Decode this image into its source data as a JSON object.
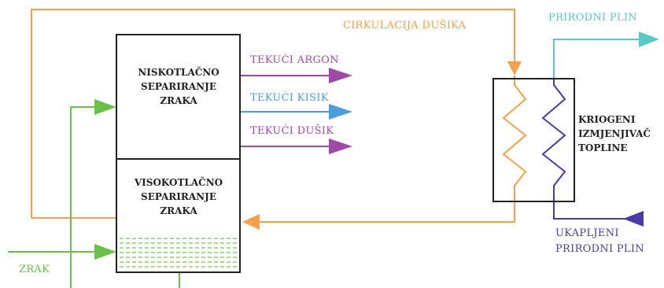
{
  "colors": {
    "nitrogen": "#f5a04a",
    "argon": "#a04aa8",
    "oxygen": "#4a9edb",
    "natural_gas": "#5cc8c8",
    "lng": "#4a3aa6",
    "air": "#6cc04a",
    "box": "#222222"
  },
  "labels": {
    "cirkulacija": "CIRKULACIJA DUŠIKA",
    "prirodni_plin": "PRIRODNI PLIN",
    "tekuci_argon": "TEKUĆI ARGON",
    "tekuci_kisik": "TEKUĆI KISIK",
    "tekuci_dusik": "TEKUĆI DUŠIK",
    "zrak": "ZRAK",
    "ukapljeni_1": "UKAPLJENI",
    "ukapljeni_2": "PRIRODNI PLIN"
  },
  "boxes": {
    "low_pressure": [
      "NISKOTLAČNO",
      "SEPARIRANJE",
      "ZRAKA"
    ],
    "high_pressure": [
      "VISOKOTLAČNO",
      "SEPARIRANJE",
      "ZRAKA"
    ],
    "exchanger": [
      "KRIOGENI",
      "IZMJENJIVAČ",
      "TOPLINE"
    ]
  }
}
